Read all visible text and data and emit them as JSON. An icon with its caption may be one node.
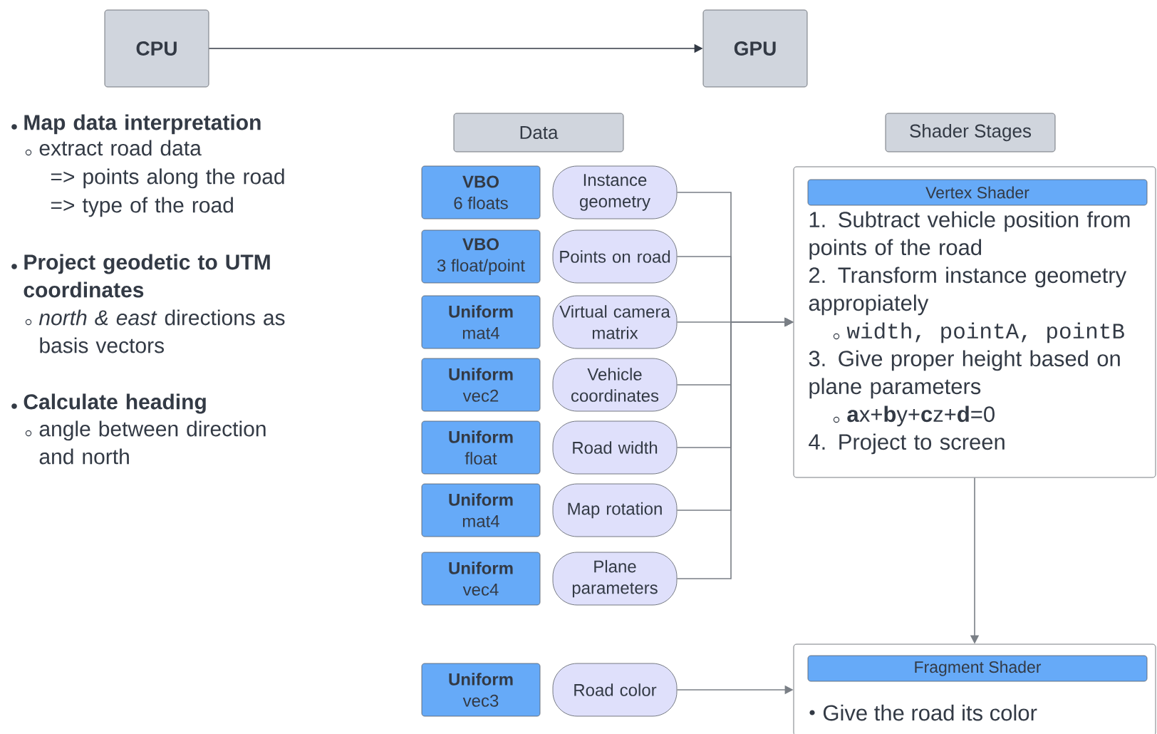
{
  "diagram": {
    "nodes": [
      {
        "text": [
          "CPU"
        ]
      },
      {
        "text": [
          "GPU"
        ]
      },
      {
        "text": [
          "Data"
        ]
      },
      {
        "text": [
          "Shader Stages"
        ]
      },
      {
        "text": [
          "VBO",
          "6 floats"
        ]
      },
      {
        "text": [
          "Instance geometry"
        ]
      },
      {
        "text": [
          "VBO",
          "3 float/point"
        ]
      },
      {
        "text": [
          "Points on road"
        ]
      },
      {
        "text": [
          "Uniform",
          "mat4"
        ]
      },
      {
        "text": [
          "Virtual camera matrix"
        ]
      },
      {
        "text": [
          "Uniform",
          "vec2"
        ]
      },
      {
        "text": [
          "Vehicle coordinates"
        ]
      },
      {
        "text": [
          "Uniform",
          "float"
        ]
      },
      {
        "text": [
          "Road width"
        ]
      },
      {
        "text": [
          "Uniform",
          "mat4"
        ]
      },
      {
        "text": [
          "Map rotation"
        ]
      },
      {
        "text": [
          "Uniform",
          "vec4"
        ]
      },
      {
        "text": [
          "Plane parameters"
        ]
      },
      {
        "text": [
          "Uniform",
          "vec3"
        ]
      },
      {
        "text": [
          "Road color"
        ]
      },
      {
        "text": [
          "1. Subtract vehicle position from points of the road",
          "2. Transform instance geometry appropiately",
          "width, pointA, pointB",
          "3. Give proper height based on plane parameters",
          "**a**x+**b**y+**c**z+**d**=0",
          "4. Project to screen"
        ]
      },
      {
        "text": [
          "Vertex Shader"
        ],
        "in": 20
      },
      {
        "text": [
          "Give the road its color"
        ]
      },
      {
        "text": [
          "Fragment Shader"
        ],
        "in": 22
      }
    ],
    "edges": [
      {
        "from": 0,
        "to": 1,
        "arrow": "to"
      },
      {
        "from": 5,
        "to": 20,
        "arrow": "to"
      },
      {
        "from": 7,
        "to": 20,
        "arrow": "to"
      },
      {
        "from": 9,
        "to": 20,
        "arrow": "to"
      },
      {
        "from": 11,
        "to": 20,
        "arrow": "to"
      },
      {
        "from": 13,
        "to": 20,
        "arrow": "to"
      },
      {
        "from": 15,
        "to": 20,
        "arrow": "to"
      },
      {
        "from": 17,
        "to": 20,
        "arrow": "to"
      },
      {
        "from": 20,
        "to": 22,
        "arrow": "to"
      },
      {
        "from": 19,
        "to": 22,
        "arrow": "to"
      }
    ],
    "labels": [
      "Map data interpretation",
      "extract road data",
      "=> points along the road",
      "=> type of the road",
      "Project geodetic to UTM coordinates",
      "*north & east* directions as basis vectors",
      "Calculate heading",
      "angle between direction and north"
    ]
  }
}
